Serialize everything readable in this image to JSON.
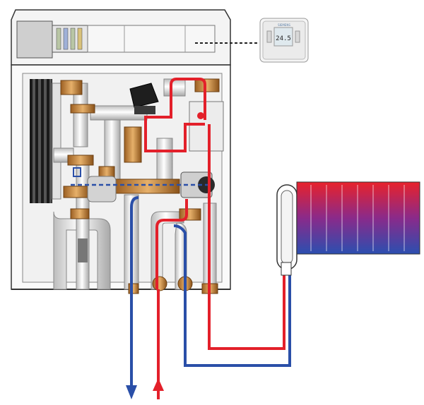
{
  "thermostat": {
    "temperature": "24.5",
    "brand": "SIEMENS"
  },
  "colors": {
    "hot": "#e3202a",
    "cold": "#2a4fa8",
    "brass": "#c98a3e",
    "cabinet_line": "#333333",
    "panel_fill": "#f2f2f2",
    "pipe_silver": "#d9d9d9"
  },
  "flows": {
    "outlet_arrow": "down-arrow-blue",
    "inlet_arrow": "up-arrow-red"
  }
}
